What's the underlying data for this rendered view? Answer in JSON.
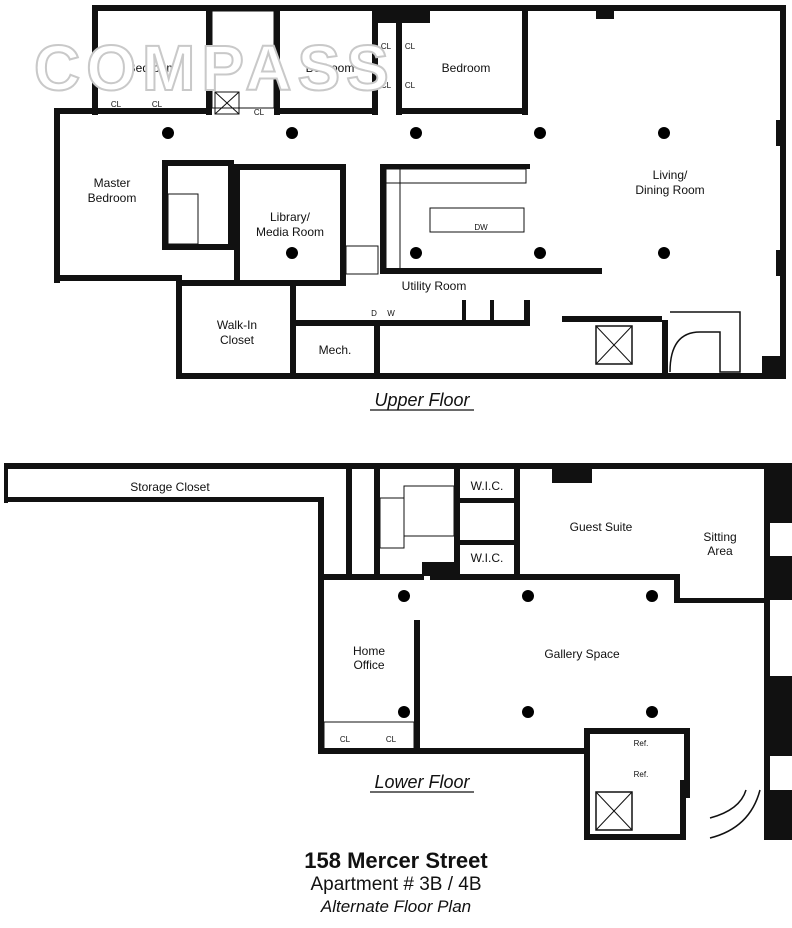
{
  "watermark": "COMPASS",
  "upper_floor": {
    "title": "Upper Floor",
    "rooms": {
      "bedroom_1": "Bedroom",
      "bedroom_2": "Bedroom",
      "bedroom_3": "Bedroom",
      "master_line1": "Master",
      "master_line2": "Bedroom",
      "library_line1": "Library/",
      "library_line2": "Media Room",
      "living_line1": "Living/",
      "living_line2": "Dining Room",
      "utility": "Utility Room",
      "walkin_line1": "Walk-In",
      "walkin_line2": "Closet",
      "mech": "Mech."
    },
    "closet": "CL",
    "dw": "DW",
    "d": "D",
    "w": "W"
  },
  "lower_floor": {
    "title": "Lower Floor",
    "rooms": {
      "storage": "Storage Closet",
      "wic": "W.I.C.",
      "guest": "Guest Suite",
      "sitting_line1": "Sitting",
      "sitting_line2": "Area",
      "home_line1": "Home",
      "home_line2": "Office",
      "gallery": "Gallery Space"
    },
    "closet": "CL",
    "ref": "Ref."
  },
  "footer": {
    "address": "158 Mercer Street",
    "apartment": "Apartment # 3B / 4B",
    "plan_note": "Alternate Floor Plan"
  }
}
